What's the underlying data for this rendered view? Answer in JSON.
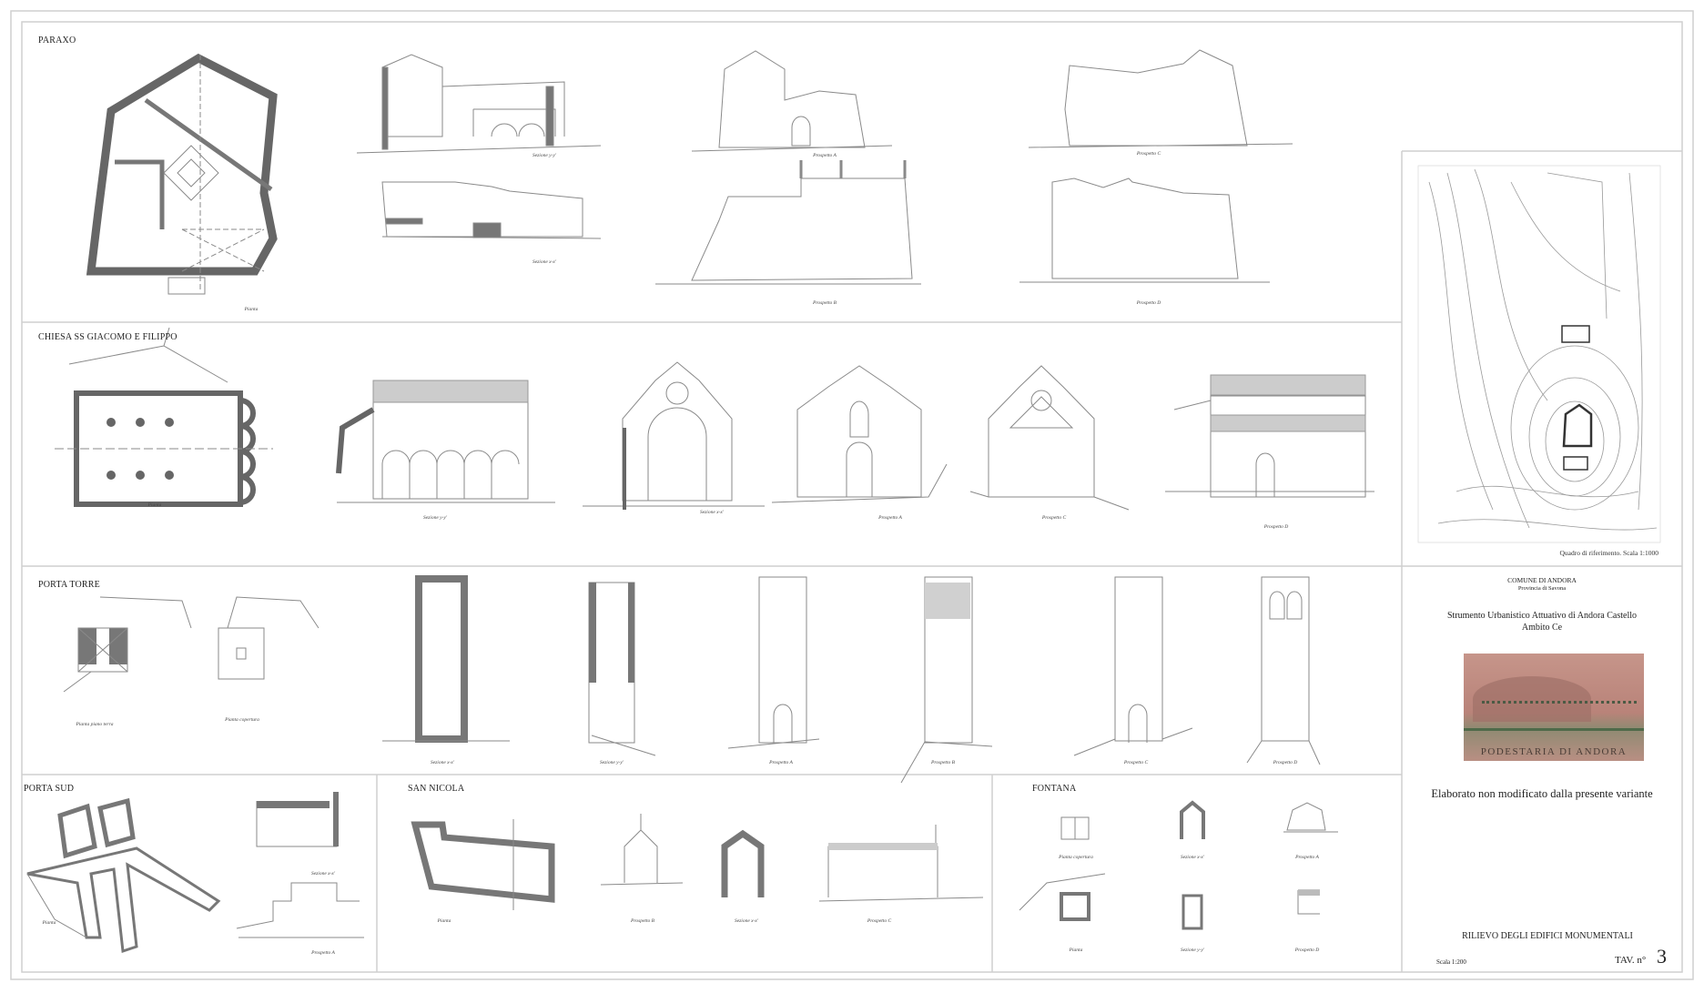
{
  "sections": {
    "paraxo": {
      "title": "PARAXO",
      "captions": {
        "pianta": "Pianta",
        "sezione_yy": "Sezione y-y'",
        "sezione_xx": "Sezione x-x'",
        "prospetto_a": "Prospetto A",
        "prospetto_b": "Prospetto B",
        "prospetto_c": "Prospetto C",
        "prospetto_d": "Prospetto D"
      }
    },
    "chiesa": {
      "title": "CHIESA SS GIACOMO E FILIPPO",
      "captions": {
        "pianta": "Pianta",
        "sezione_yy": "Sezione y-y'",
        "sezione_xx": "Sezione x-x'",
        "prospetto_a": "Prospetto A",
        "prospetto_c": "Prospetto C",
        "prospetto_d": "Prospetto D"
      }
    },
    "porta_torre": {
      "title": "PORTA TORRE",
      "captions": {
        "pianta_piano_terra": "Pianta piano terra",
        "pianta_copertura": "Pianta copertura",
        "sezione_xx": "Sezione x-x'",
        "sezione_yy": "Sezione y-y'",
        "prospetto_a": "Prospetto A",
        "prospetto_b": "Prospetto B",
        "prospetto_c": "Prospetto C",
        "prospetto_d": "Prospetto D"
      }
    },
    "porta_sud": {
      "title": "PORTA SUD",
      "captions": {
        "pianta": "Pianta",
        "sezione_xx": "Sezione x-x'",
        "prospetto_a": "Prospetto A"
      }
    },
    "san_nicola": {
      "title": "SAN NICOLA",
      "captions": {
        "pianta": "Pianta",
        "prospetto_b": "Prospetto B",
        "sezione_xx": "Sezione x-x'",
        "prospetto_c": "Prospetto C"
      }
    },
    "fontana": {
      "title": "FONTANA",
      "captions": {
        "pianta_copertura": "Pianta copertura",
        "sezione_xx": "Sezione x-x'",
        "prospetto_a": "Prospetto A",
        "pianta": "Pianta",
        "sezione_yy": "Sezione y-y'",
        "prospetto_d": "Prospetto D"
      }
    }
  },
  "title_block": {
    "map_caption": "Quadro di riferimento. Scala 1:1000",
    "comune": "COMUNE DI ANDORA",
    "provincia": "Provincia di Savona",
    "strumento": "Strumento Urbanistico Attuativo di Andora Castello",
    "ambito": "Ambito Ce",
    "painting_label": "PODESTARIA DI ANDORA",
    "note": "Elaborato non modificato dalla presente variante",
    "sheet_title": "RILIEVO DEGLI EDIFICI MONUMENTALI",
    "scale": "Scala 1:200",
    "tav_label": "TAV. n°",
    "tav_number": "3"
  },
  "colors": {
    "line": "#9a9a9a",
    "wall": "#666666",
    "frame": "#c8c8c8"
  }
}
